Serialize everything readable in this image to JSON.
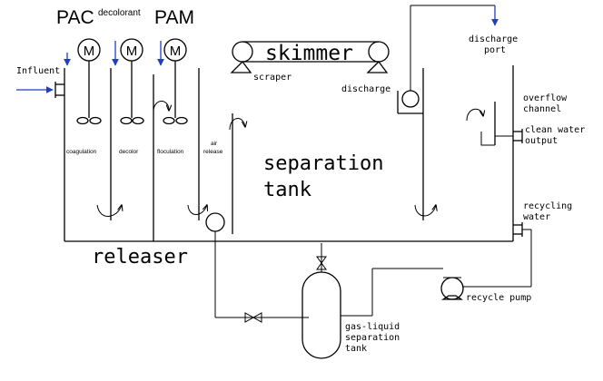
{
  "chemicals": {
    "pac": "PAC",
    "decolorant": "decolorant",
    "pam": "PAM"
  },
  "motor_symbol": "M",
  "labels": {
    "influent": "Influent",
    "skimmer": "skimmer",
    "scraper": "scraper",
    "discharge": "discharge",
    "discharge_port_line1": "discharge",
    "discharge_port_line2": "port",
    "overflow_line1": "overflow",
    "overflow_line2": "channel",
    "clean_water_line1": "clean water",
    "clean_water_line2": "output",
    "coagulation": "coagulation",
    "decolor": "decolor",
    "floculation": "floculation",
    "air_release_line1": "air",
    "air_release_line2": "release",
    "separation_line1": "separation",
    "separation_line2": "tank",
    "recycling_line1": "recycling",
    "recycling_line2": "water",
    "releaser": "releaser",
    "recycle_pump": "recycle pump",
    "gas_liquid_line1": "gas-liquid",
    "gas_liquid_line2": "separation",
    "gas_liquid_line3": "tank"
  },
  "colors": {
    "flow_arrow": "#1f3fbf",
    "line": "#000000"
  }
}
